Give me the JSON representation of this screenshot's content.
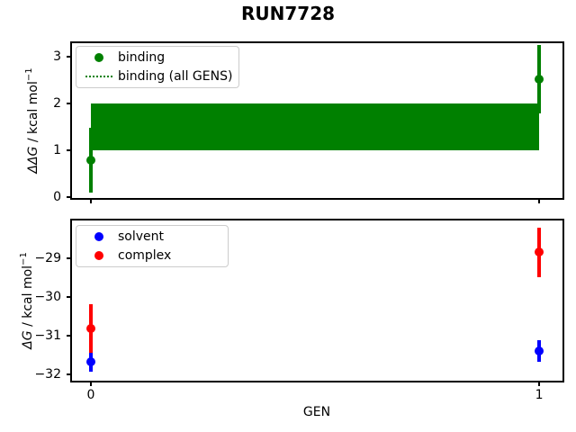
{
  "title": "RUN7728",
  "xlabel": "GEN",
  "colors": {
    "binding": "#008000",
    "solvent": "#0000ff",
    "complex": "#ff0000"
  },
  "chart_data": [
    {
      "type": "scatter",
      "title": "",
      "ylabel": {
        "symbol": "ΔΔG",
        "units": " / kcal mol",
        "exponent": "−1"
      },
      "xlim": [
        -0.042,
        1.052
      ],
      "ylim": [
        -0.02,
        3.29
      ],
      "grid": false,
      "legend_position": "upper left",
      "yticks": [
        {
          "v": 0,
          "label": "0"
        },
        {
          "v": 1,
          "label": "1"
        },
        {
          "v": 2,
          "label": "2"
        },
        {
          "v": 3,
          "label": "3"
        }
      ],
      "xticks": [
        {
          "v": 0,
          "label": "0"
        },
        {
          "v": 1,
          "label": "1"
        }
      ],
      "show_xticklabels": false,
      "legend": [
        {
          "label": "binding",
          "marker": "dot",
          "color": "#008000"
        },
        {
          "label": "binding (all GENS)",
          "marker": "dotted-line",
          "color": "#008000"
        }
      ],
      "series": [
        {
          "name": "binding",
          "color": "#008000",
          "marker": "o",
          "points": [
            {
              "x": 0,
              "y": 0.79,
              "yerr": 0.69
            },
            {
              "x": 1,
              "y": 2.52,
              "yerr": 0.73
            }
          ]
        }
      ],
      "band": {
        "name": "binding (all GENS)",
        "color": "#008000",
        "x": [
          0,
          1
        ],
        "y_mean": 1.5,
        "y_lo": 1.0,
        "y_hi": 2.0,
        "line_style": "dotted"
      }
    },
    {
      "type": "scatter",
      "title": "",
      "ylabel": {
        "symbol": "ΔG",
        "units": " / kcal mol",
        "exponent": "−1"
      },
      "xlim": [
        -0.042,
        1.052
      ],
      "ylim": [
        -32.16,
        -28.02
      ],
      "grid": false,
      "legend_position": "upper left",
      "yticks": [
        {
          "v": -29,
          "label": "−29"
        },
        {
          "v": -30,
          "label": "−30"
        },
        {
          "v": -31,
          "label": "−31"
        },
        {
          "v": -32,
          "label": "−32"
        }
      ],
      "xticks": [
        {
          "v": 0,
          "label": "0"
        },
        {
          "v": 1,
          "label": "1"
        }
      ],
      "show_xticklabels": true,
      "legend": [
        {
          "label": "solvent",
          "marker": "dot",
          "color": "#0000ff"
        },
        {
          "label": "complex",
          "marker": "dot",
          "color": "#ff0000"
        }
      ],
      "series": [
        {
          "name": "solvent",
          "color": "#0000ff",
          "marker": "o",
          "points": [
            {
              "x": 0,
              "y": -31.67,
              "yerr": 0.25
            },
            {
              "x": 1,
              "y": -31.4,
              "yerr": 0.28
            }
          ]
        },
        {
          "name": "complex",
          "color": "#ff0000",
          "marker": "o",
          "points": [
            {
              "x": 0,
              "y": -30.81,
              "yerr": 0.62
            },
            {
              "x": 1,
              "y": -28.84,
              "yerr": 0.64
            }
          ]
        }
      ]
    }
  ]
}
